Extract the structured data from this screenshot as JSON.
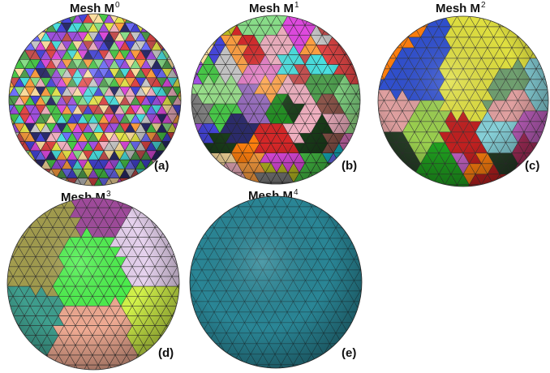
{
  "panels": [
    {
      "title": "Mesh M",
      "superscript": "0",
      "label": "(a)"
    },
    {
      "title": "Mesh M",
      "superscript": "1",
      "label": "(b)"
    },
    {
      "title": "Mesh M",
      "superscript": "2",
      "label": "(c)"
    },
    {
      "title": "Mesh M",
      "superscript": "3",
      "label": "(d)"
    },
    {
      "title": "Mesh M",
      "superscript": "4",
      "label": "(e)"
    }
  ],
  "colors": {
    "mesh_m4": "#2a8696",
    "mesh_m3_regions": [
      "#4cf24c",
      "#e6d2ee",
      "#efaa92",
      "#d2f24a",
      "#a39d4e",
      "#3f9f8e",
      "#a04b9c"
    ],
    "palette_fine": [
      "#e24646",
      "#48c848",
      "#4646dc",
      "#e8e84a",
      "#e04ae0",
      "#4ae0e0",
      "#ff9f40",
      "#a050e0",
      "#50a050",
      "#f0b0c0",
      "#7070ff",
      "#c8c8c8",
      "#2b2b6b",
      "#c85050",
      "#8ae08a",
      "#ffe0a0"
    ],
    "palette_mid": [
      "#c83c6e",
      "#2ca02c",
      "#1f8f1f",
      "#d62728",
      "#ff7f0e",
      "#8ecae6",
      "#1a3e1a",
      "#9467bd",
      "#e377c2",
      "#7f7f7f",
      "#bcbd22",
      "#17becf",
      "#8c564b",
      "#ff9896",
      "#98df8a"
    ],
    "palette_coarse": [
      "#1f9f1f",
      "#c02020",
      "#e0e040",
      "#ff7f0e",
      "#86d0d8",
      "#273f27",
      "#c060c0",
      "#e0a0a0",
      "#70a070",
      "#3050d0",
      "#9bd04f",
      "#b03060"
    ]
  }
}
